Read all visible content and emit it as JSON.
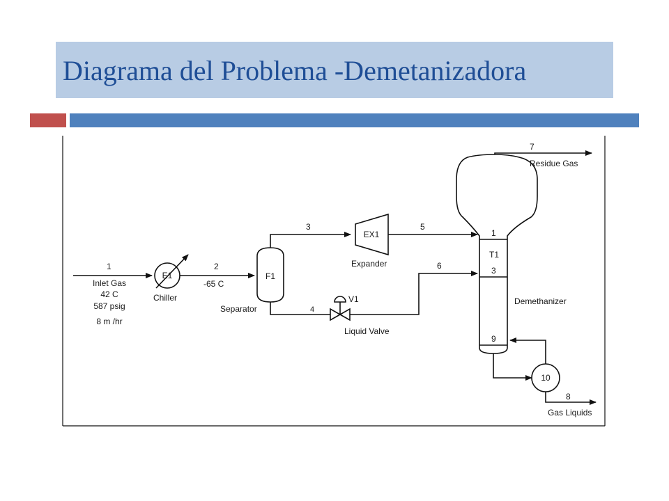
{
  "slide": {
    "title": "Diagrama del Problema -Demetanizadora",
    "colors": {
      "title_bg": "#b8cce4",
      "title_text": "#1f4e96",
      "accent_red": "#c0504d",
      "accent_blue": "#4f81bd"
    }
  },
  "diagram": {
    "streams": {
      "s1": "1",
      "s2": "2",
      "s3": "3",
      "s4": "4",
      "s5": "5",
      "s6": "6",
      "s7": "7",
      "s8": "8"
    },
    "inlet": {
      "line1": "Inlet Gas",
      "line2": "42 C",
      "line3": "587 psig",
      "line4": "8 m /hr"
    },
    "stream2_temp": "-65 C",
    "chiller": {
      "id": "E1",
      "label": "Chiller"
    },
    "separator": {
      "id": "F1",
      "label": "Separator"
    },
    "expander": {
      "id": "EX1",
      "label": "Expander"
    },
    "valve": {
      "id": "V1",
      "label": "Liquid Valve"
    },
    "column": {
      "id": "T1",
      "label": "Demethanizer",
      "tray_top": "1",
      "tray_feed": "3",
      "tray_bottom": "9"
    },
    "reboiler": {
      "id": "10"
    },
    "residue_gas": "Residue Gas",
    "gas_liquids": "Gas Liquids"
  }
}
